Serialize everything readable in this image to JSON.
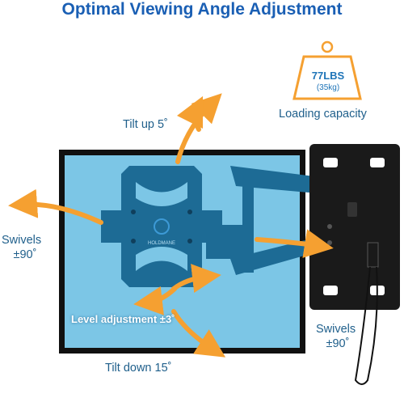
{
  "title": "Optimal Viewing Angle Adjustment",
  "weight": {
    "value": "77LBS",
    "metric": "(35kg)",
    "caption": "Loading capacity"
  },
  "labels": {
    "tilt_up": "Tilt up 5˚",
    "swivel_left_1": "Swivels",
    "swivel_left_2": "±90˚",
    "level": "Level adjustment ±3˚",
    "tilt_down": "Tilt down 15˚",
    "swivel_right_1": "Swivels",
    "swivel_right_2": "±90˚",
    "brand": "HOLDMANE"
  },
  "colors": {
    "title": "#1a5fb4",
    "label": "#1f5f8b",
    "arrow": "#f5a031",
    "screen": "#7cc6e6",
    "mount": "#1d6b95",
    "bezel": "#111111",
    "accent_text": "#1e74b8"
  },
  "icons": [
    "weight-icon",
    "mount-arm-icon"
  ]
}
